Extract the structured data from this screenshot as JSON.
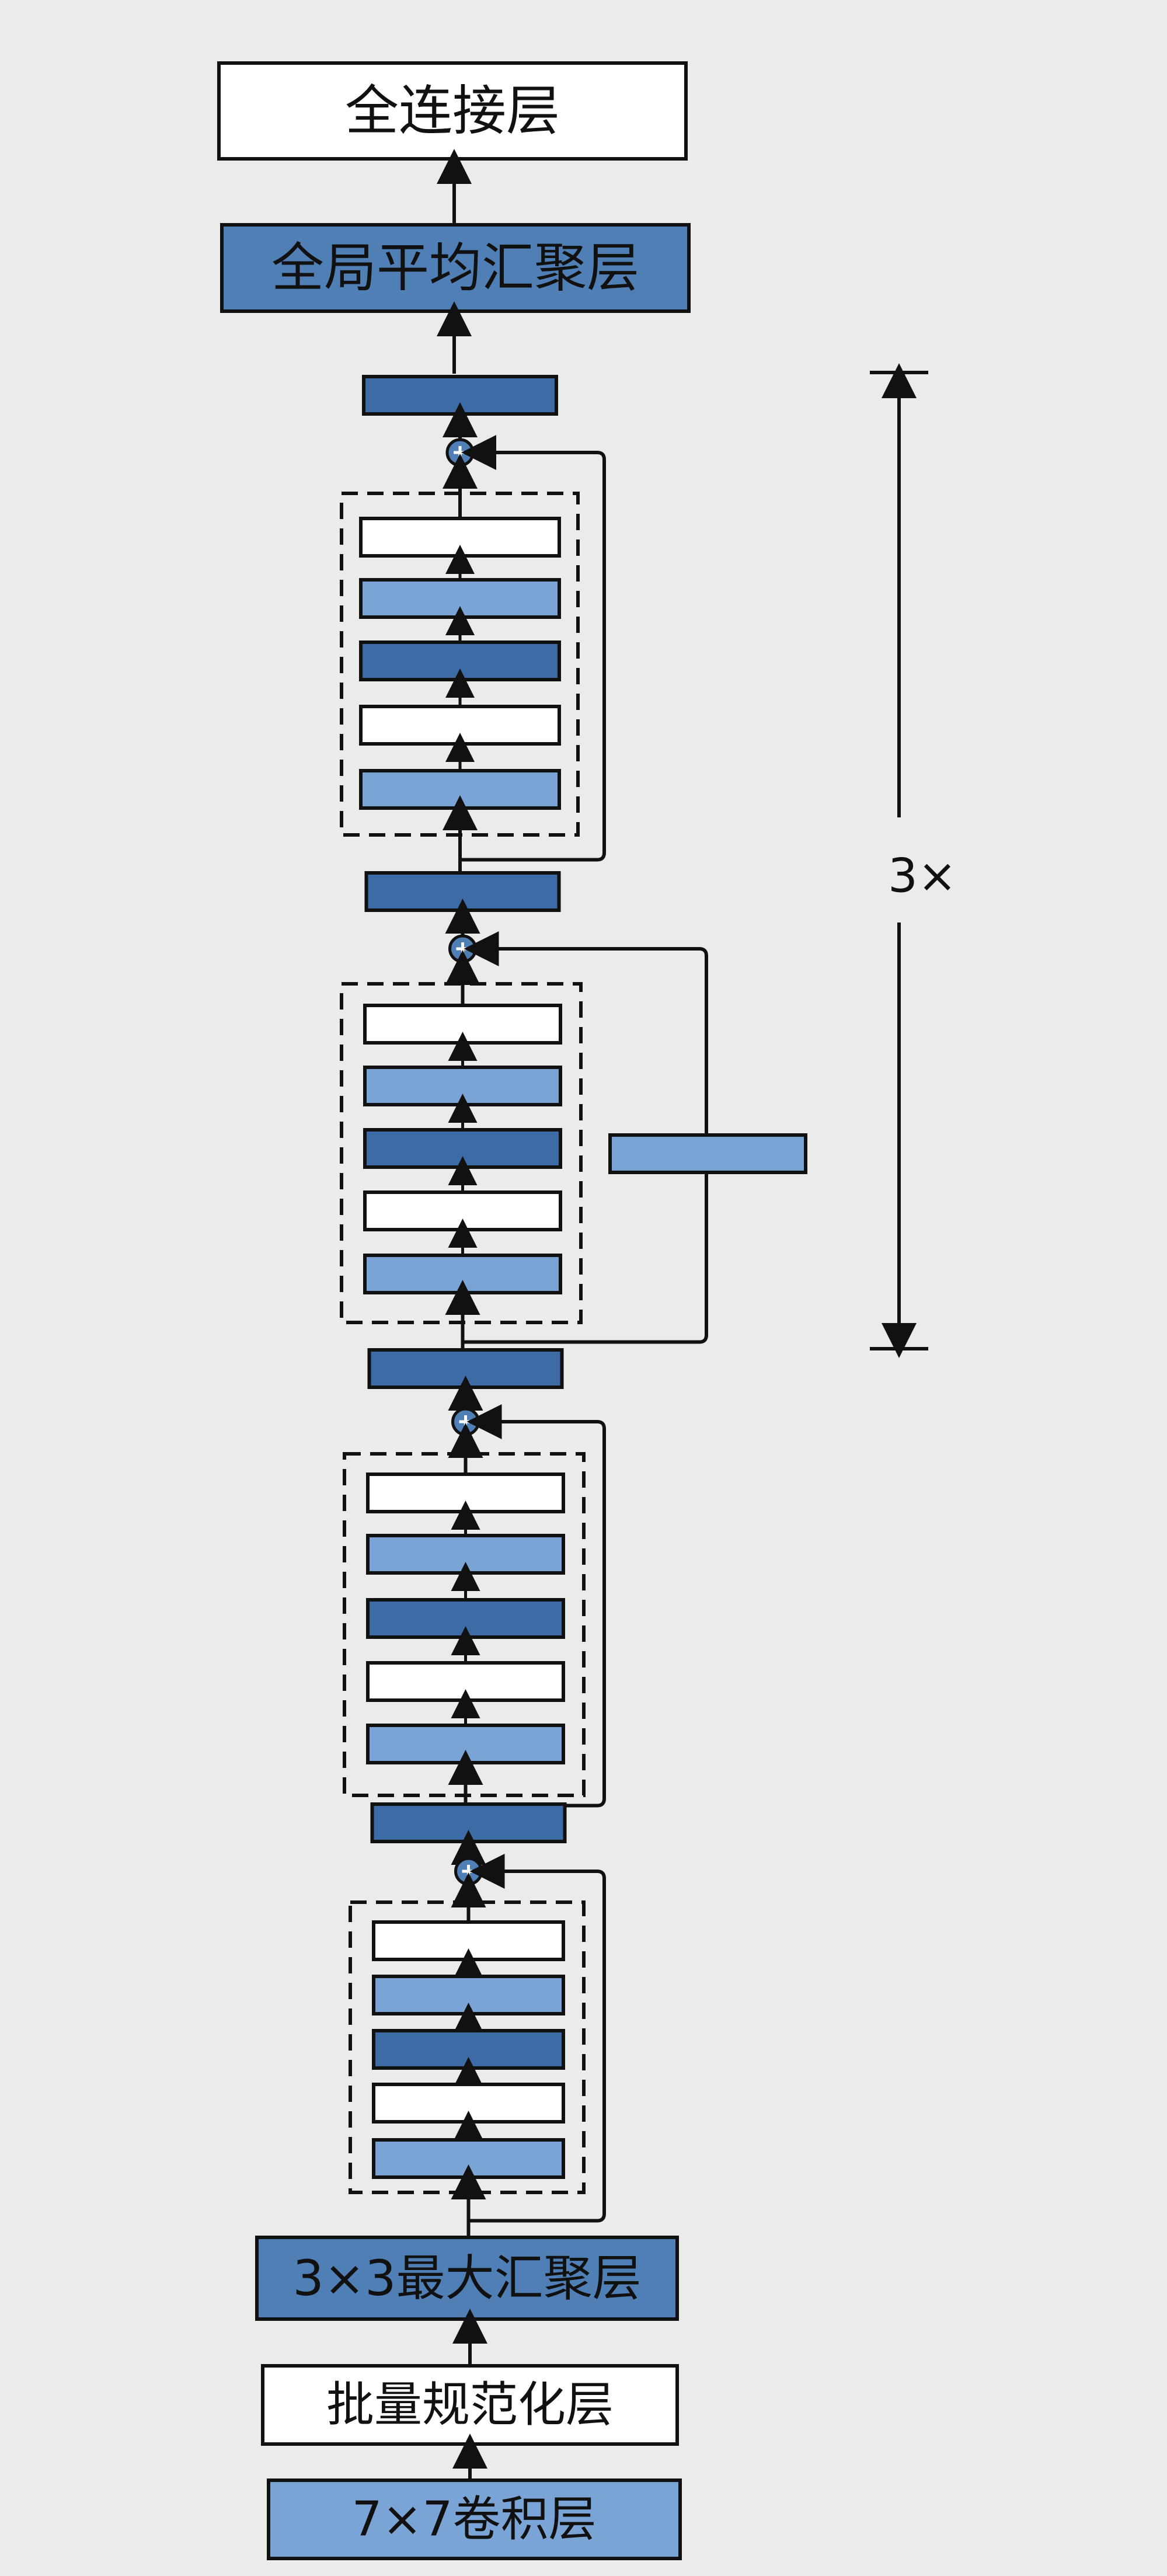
{
  "labels": {
    "fc": "全连接层",
    "gap": "全局平均汇聚层",
    "repeat": "3×",
    "maxpool": "3×3最大汇聚层",
    "bn": "批量规范化层",
    "conv": "7×7卷积层"
  },
  "colors": {
    "white": "#ffffff",
    "light": "#7aa3d6",
    "mid": "#4f7fb5",
    "dark": "#3d6ba6",
    "stroke": "#111111"
  },
  "icons": {
    "add": "plus-circle-icon"
  },
  "inner_block_colors": [
    "white",
    "light",
    "dark",
    "white",
    "light"
  ],
  "block_count": 4,
  "downsample_block": 2
}
